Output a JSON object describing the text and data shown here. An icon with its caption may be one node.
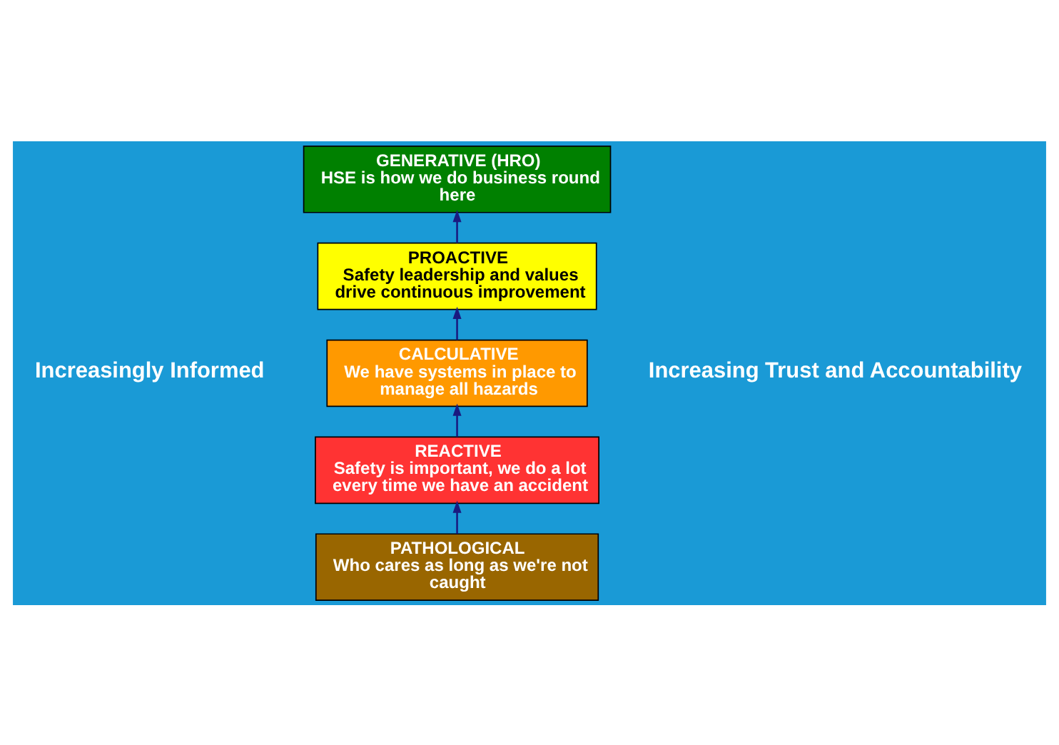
{
  "diagram": {
    "nodes": [
      {
        "text": [
          "PATHOLOGICAL",
          "Who cares as long as we're not caught"
        ]
      },
      {
        "text": [
          "REACTIVE",
          "Safety is important, we do a lot every time we have an accident"
        ]
      },
      {
        "text": [
          "CALCULATIVE",
          "We have systems in place to manage all hazards"
        ]
      },
      {
        "text": [
          "PROACTIVE",
          "Safety leadership and values drive continuous improvement"
        ]
      },
      {
        "text": [
          "GENERATIVE (HRO)",
          "HSE is how we do business round here"
        ]
      }
    ],
    "edges": [
      {
        "from": 0,
        "to": 1,
        "arrow": "to"
      },
      {
        "from": 1,
        "to": 2,
        "arrow": "to"
      },
      {
        "from": 2,
        "to": 3,
        "arrow": "to"
      },
      {
        "from": 3,
        "to": 4,
        "arrow": "to"
      }
    ],
    "labels": [
      "Increasingly Informed",
      "Increasing Trust and Accountability"
    ]
  }
}
